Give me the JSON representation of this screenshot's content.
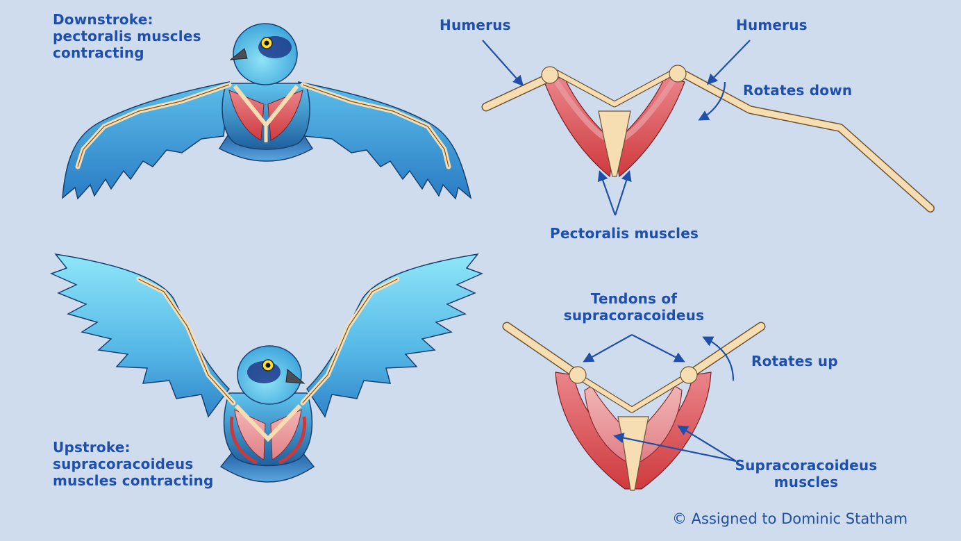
{
  "labels": {
    "downstroke": "Downstroke:\npectoralis muscles\ncontracting",
    "humerus_left": "Humerus",
    "humerus_right": "Humerus",
    "rotates_down": "Rotates down",
    "pectoralis": "Pectoralis muscles",
    "upstroke": "Upstroke:\nsupracoracoideus\nmuscles contracting",
    "tendons": "Tendons of\nsupracoracoideus",
    "rotates_up": "Rotates up",
    "supracoracoideus": "Supracoracoideus\nmuscles"
  },
  "credit": "© Assigned to Dominic Statham",
  "colors": {
    "background": "#cfdcee",
    "label": "#1f4fa8",
    "bone": "#f7ddb2",
    "muscle": "#d8484a",
    "muscle_light": "#e9959a",
    "bird_blue": "#3e9bd6",
    "bird_dark": "#1e5fa0",
    "wing_light": "#8ee6f8"
  }
}
